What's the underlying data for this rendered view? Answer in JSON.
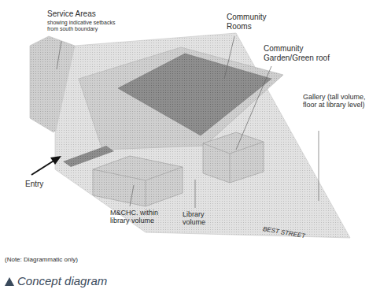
{
  "diagram": {
    "caption": "Concept diagram",
    "labels": [
      "Service Areas",
      "showing indicative setbacks from south boundary",
      "Community Rooms",
      "Community Garden/Green roof",
      "Gallery (tall volume, floor at library level)",
      "Entry",
      "M&CHC. within library volume",
      "Library volume",
      "BEST STREET",
      "(Note: Diagrammatic only)"
    ]
  }
}
